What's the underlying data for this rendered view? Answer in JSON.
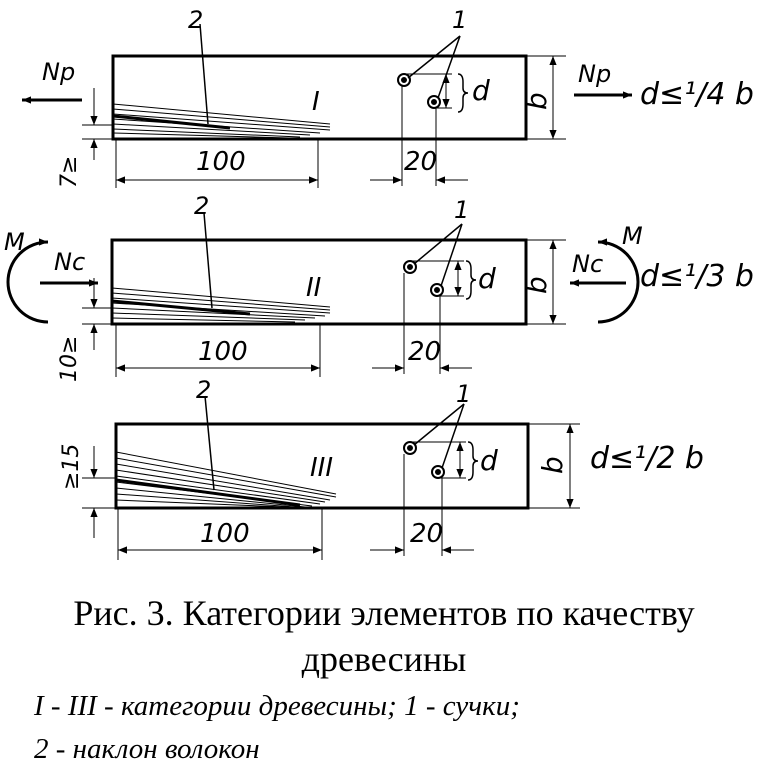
{
  "diagram": {
    "panels": [
      {
        "category": "I",
        "grain_label": "2",
        "knot_label": "1",
        "length_label": "100",
        "knot_dist_label": "20",
        "d_label": "d",
        "b_label": "b",
        "offset_label": "7≥",
        "force_left": "Np",
        "force_right": "Np",
        "moment_left": "",
        "moment_right": "",
        "condition": "d≤¹/4 b"
      },
      {
        "category": "II",
        "grain_label": "2",
        "knot_label": "1",
        "length_label": "100",
        "knot_dist_label": "20",
        "d_label": "d",
        "b_label": "b",
        "offset_label": "10≥",
        "force_left": "Nc",
        "force_right": "Nc",
        "moment_left": "M",
        "moment_right": "M",
        "condition": "d≤¹/3 b"
      },
      {
        "category": "III",
        "grain_label": "2",
        "knot_label": "1",
        "length_label": "100",
        "knot_dist_label": "20",
        "d_label": "d",
        "b_label": "b",
        "offset_label": "≥15",
        "force_left": "",
        "force_right": "",
        "moment_left": "",
        "moment_right": "",
        "condition": "d≤¹/2 b"
      }
    ]
  },
  "caption": {
    "line1": "Рис. 3. Категории элементов по качеству",
    "line2": "древесины"
  },
  "legend": {
    "line1": "I - III - категории древесины; 1 - сучки;",
    "line2": "2 - наклон волокон"
  }
}
